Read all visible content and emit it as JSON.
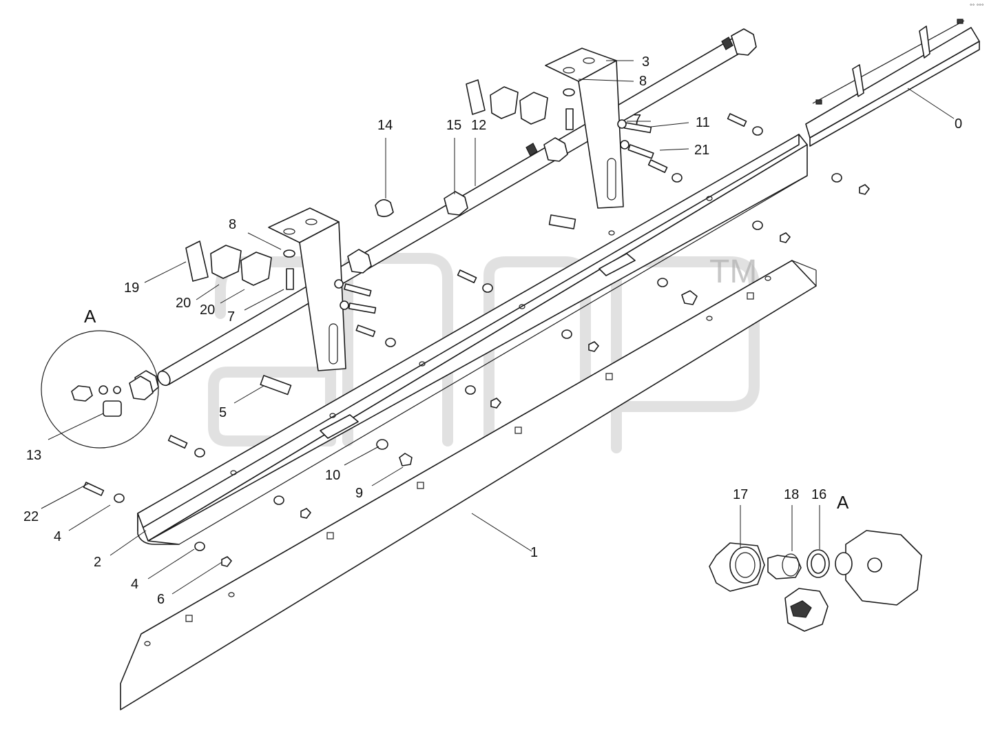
{
  "corner_mark": "°° °°°",
  "watermark": {
    "trademark": "TM"
  },
  "callouts": [
    {
      "id": "c0",
      "text": "0"
    },
    {
      "id": "c1",
      "text": "1"
    },
    {
      "id": "c2",
      "text": "2"
    },
    {
      "id": "c3",
      "text": "3"
    },
    {
      "id": "c4a",
      "text": "4"
    },
    {
      "id": "c4b",
      "text": "4"
    },
    {
      "id": "c5",
      "text": "5"
    },
    {
      "id": "c6",
      "text": "6"
    },
    {
      "id": "c7a",
      "text": "7"
    },
    {
      "id": "c7b",
      "text": "7"
    },
    {
      "id": "c8a",
      "text": "8"
    },
    {
      "id": "c8b",
      "text": "8"
    },
    {
      "id": "c9",
      "text": "9"
    },
    {
      "id": "c10",
      "text": "10"
    },
    {
      "id": "c11",
      "text": "11"
    },
    {
      "id": "c12",
      "text": "12"
    },
    {
      "id": "c13",
      "text": "13"
    },
    {
      "id": "c14",
      "text": "14"
    },
    {
      "id": "c15",
      "text": "15"
    },
    {
      "id": "c16",
      "text": "16"
    },
    {
      "id": "c17",
      "text": "17"
    },
    {
      "id": "c18",
      "text": "18"
    },
    {
      "id": "c19",
      "text": "19"
    },
    {
      "id": "c20a",
      "text": "20"
    },
    {
      "id": "c20b",
      "text": "20"
    },
    {
      "id": "c21",
      "text": "21"
    },
    {
      "id": "c22",
      "text": "22"
    }
  ],
  "detail_labels": [
    {
      "id": "view-a-left",
      "text": "A"
    },
    {
      "id": "view-a-right",
      "text": "A"
    }
  ],
  "colors": {
    "line": "#1a1a1a",
    "watermark": "#c8c8c8",
    "background": "#ffffff"
  }
}
